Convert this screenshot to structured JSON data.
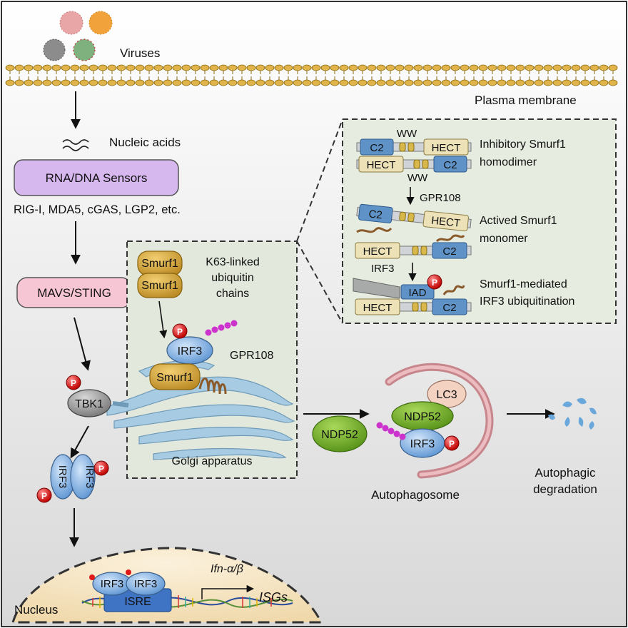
{
  "labels": {
    "viruses": "Viruses",
    "plasma_membrane": "Plasma membrane",
    "nucleic_acids": "Nucleic acids",
    "sensors_box": "RNA/DNA Sensors",
    "sensors_list": "RIG-I, MDA5, cGAS, LGP2, etc.",
    "mavs_sting": "MAVS/STING",
    "tbk1": "TBK1",
    "nucleus": "Nucleus",
    "isre": "ISRE",
    "ifn": "Ifn-α/β",
    "isgs": "ISGs",
    "golgi": "Golgi  apparatus",
    "gpr108": "GPR108",
    "k63_line1": "K63-linked",
    "k63_line2": "ubiquitin",
    "k63_line3": "chains",
    "smurf1": "Smurf1",
    "irf3": "IRF3",
    "ndp52": "NDP52",
    "lc3": "LC3",
    "autophagosome": "Autophagosome",
    "autophagic_line1": "Autophagic",
    "autophagic_line2": "degradation",
    "p": "P"
  },
  "inset": {
    "ww": "WW",
    "c2": "C2",
    "hect": "HECT",
    "iad": "IAD",
    "gpr108": "GPR108",
    "irf3": "IRF3",
    "inhibitory_line1": "Inhibitory Smurf1",
    "inhibitory_line2": "homodimer",
    "actived_line1": "Actived Smurf1",
    "actived_line2": "monomer",
    "mediated_line1": "Smurf1-mediated",
    "mediated_line2": "IRF3 ubiquitination"
  },
  "colors": {
    "sensors_fill": "#d6b8ee",
    "mavs_fill": "#f6c6d4",
    "tbk1_fill": "#9a9a9a",
    "smurf1_fill": "#d9a638",
    "irf3_fill": "#7fb2e8",
    "ndp52_fill": "#7db52a",
    "lc3_fill": "#f3d2c2",
    "phospho": "#e01818",
    "ubiquitin": "#cc33cc",
    "inset_bg": "#e6ece0",
    "nucleus_fill": "#f6e6c4",
    "c2_fill": "#5f93c7",
    "hect_fill": "#ede1b8",
    "golgi": "#a6cbe3",
    "autophagosome": "#d89aa0"
  }
}
